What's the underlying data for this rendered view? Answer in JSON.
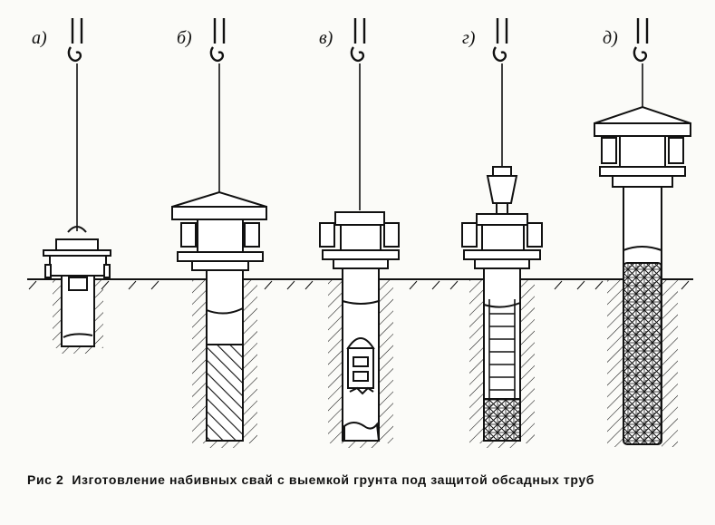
{
  "figure": {
    "panels": [
      {
        "label": "а)"
      },
      {
        "label": "б)"
      },
      {
        "label": "в)"
      },
      {
        "label": "г)"
      },
      {
        "label": "д)"
      }
    ]
  },
  "caption": {
    "number": "Рис 2",
    "text": "Изготовление набивных свай с выемкой грунта под защитой обсадных труб"
  },
  "colors": {
    "ink": "#111111",
    "paper": "#fbfbf8"
  }
}
